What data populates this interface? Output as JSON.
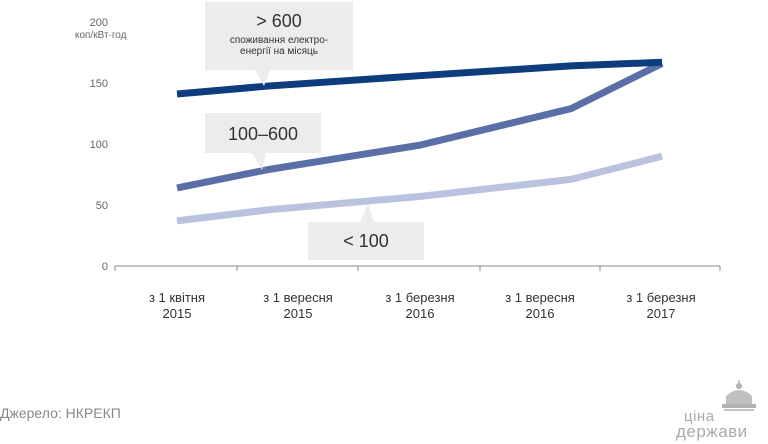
{
  "chart_data": {
    "type": "line",
    "ylabel": "коп/кВт·год",
    "ylim": [
      0,
      200
    ],
    "yticks": [
      0,
      50,
      100,
      150,
      200
    ],
    "categories": [
      "з 1 квітня 2015",
      "з 1 вересня 2015",
      "з 1 березня 2016",
      "з 1 вересня 2016",
      "з 1 березня 2017"
    ],
    "category_lines": [
      [
        "з 1 квітня",
        "2015"
      ],
      [
        "з 1 вересня",
        "2015"
      ],
      [
        "з 1 березня",
        "2016"
      ],
      [
        "з 1 вересня",
        "2016"
      ],
      [
        "з 1 березня",
        "2017"
      ]
    ],
    "x": [
      0,
      0.75,
      2,
      3.25,
      4
    ],
    "series": [
      {
        "name": "> 600",
        "color": "#0d3d7c",
        "values": [
          141,
          147.5,
          156,
          164,
          167
        ]
      },
      {
        "name": "100–600",
        "color": "#5a6fa8",
        "values": [
          64,
          79,
          99,
          129,
          166
        ]
      },
      {
        "name": "< 100",
        "color": "#b9c3e0",
        "values": [
          37,
          46,
          57,
          71,
          90
        ]
      }
    ],
    "annotations": [
      {
        "label": "> 600",
        "sublabel_lines": [
          "споживання електро-",
          "енергії на місяць"
        ]
      },
      {
        "label": "100–600"
      },
      {
        "label": "< 100"
      }
    ],
    "grid": false
  },
  "source": "Джерело: НКРЕКП",
  "logo": {
    "top": "ціна",
    "bottom": "держави"
  }
}
